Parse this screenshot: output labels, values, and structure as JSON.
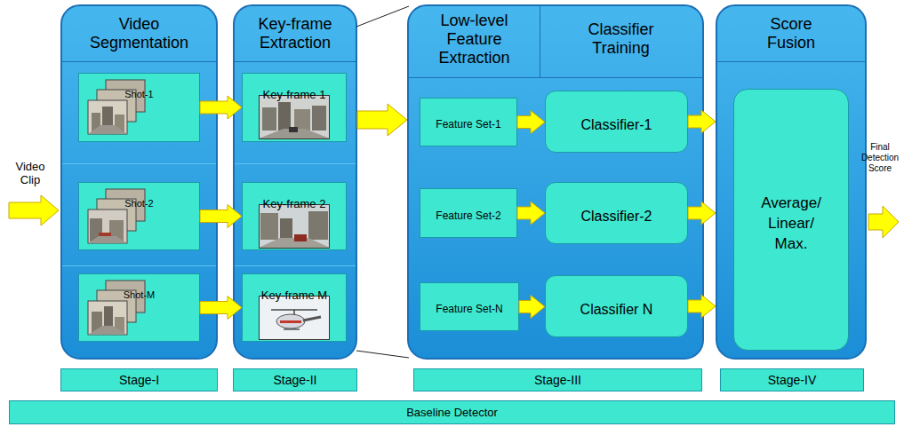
{
  "diagram": {
    "nodes": [
      {
        "text": [
          "Video Segmentation"
        ]
      },
      {
        "text": [
          "Shot-1"
        ],
        "in": 0
      },
      {
        "text": [
          "Shot-2"
        ],
        "in": 0
      },
      {
        "text": [
          "Shot-M"
        ],
        "in": 0
      },
      {
        "text": [
          "Key-frame Extraction"
        ]
      },
      {
        "text": [
          "Key-frame 1"
        ],
        "in": 4
      },
      {
        "text": [
          "Key-frame 2"
        ],
        "in": 4
      },
      {
        "text": [
          "Key-frame M"
        ],
        "in": 4
      },
      {
        "text": [
          "Low-level Feature Extraction",
          "Classifier Training"
        ]
      },
      {
        "text": [
          "Feature Set-1"
        ],
        "in": 8
      },
      {
        "text": [
          "Classifier-1"
        ],
        "in": 8
      },
      {
        "text": [
          "Feature Set-2"
        ],
        "in": 8
      },
      {
        "text": [
          "Classifier-2"
        ],
        "in": 8
      },
      {
        "text": [
          "Feature Set-N"
        ],
        "in": 8
      },
      {
        "text": [
          "Classifier N"
        ],
        "in": 8
      },
      {
        "text": [
          "Score Fusion"
        ]
      },
      {
        "text": [
          "Average/ Linear/ Max."
        ],
        "in": 15
      },
      {
        "text": [
          "Stage-I"
        ]
      },
      {
        "text": [
          "Stage-II"
        ]
      },
      {
        "text": [
          "Stage-III"
        ]
      },
      {
        "text": [
          "Stage-IV"
        ]
      },
      {
        "text": [
          "Baseline Detector"
        ]
      }
    ],
    "edges": [
      {
        "from": 1,
        "to": 5,
        "arrow": "to"
      },
      {
        "from": 2,
        "to": 6,
        "arrow": "to"
      },
      {
        "from": 3,
        "to": 7,
        "arrow": "to"
      },
      {
        "from": 4,
        "to": 8,
        "arrow": "to"
      },
      {
        "from": 9,
        "to": 10,
        "arrow": "to"
      },
      {
        "from": 11,
        "to": 12,
        "arrow": "to"
      },
      {
        "from": 13,
        "to": 14,
        "arrow": "to"
      },
      {
        "from": 10,
        "to": 15,
        "arrow": "to"
      },
      {
        "from": 12,
        "to": 15,
        "arrow": "to"
      },
      {
        "from": 14,
        "to": 15,
        "arrow": "to"
      }
    ],
    "labels": [
      "Video Clip",
      "Final Detection Score"
    ]
  }
}
